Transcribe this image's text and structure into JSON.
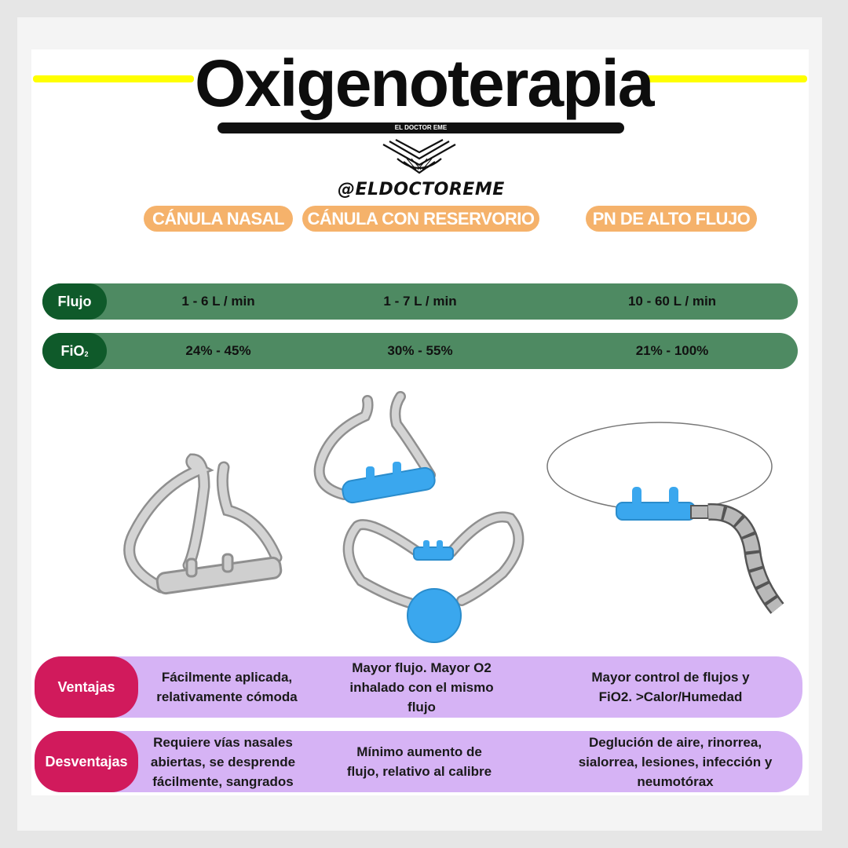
{
  "title": "Oxigenoterapia",
  "subtitle": "EL DOCTOR EME",
  "handle": "@ELDOCTOREME",
  "columns": [
    "CÁNULA NASAL",
    "CÁNULA CON RESERVORIO",
    "PN DE ALTO FLUJO"
  ],
  "rows": [
    {
      "label": "Flujo",
      "values": [
        "1 - 6 L / min",
        "1 - 7 L / min",
        "10 - 60 L / min"
      ]
    },
    {
      "label_main": "FiO",
      "label_sub": "2",
      "values": [
        "24% - 45%",
        "30% - 55%",
        "21% - 100%"
      ]
    }
  ],
  "ventajas": {
    "label": "Ventajas",
    "cells": [
      "Fácilmente aplicada, relativamente cómoda",
      "Mayor flujo. Mayor O2 inhalado con el mismo flujo",
      "Mayor control de flujos y FiO2. >Calor/Humedad"
    ]
  },
  "desventajas": {
    "label": "Desventajas",
    "cells": [
      "Requiere vías nasales abiertas, se desprende fácilmente, sangrados",
      "Mínimo aumento de flujo, relativo al calibre",
      "Deglución de aire, rinorrea, sialorrea, lesiones, infección y neumotórax"
    ]
  },
  "colors": {
    "accent_yellow": "#ffff00",
    "column_pill": "#f5b26b",
    "row_green": "#4e8a62",
    "row_tag_green": "#0f5a2a",
    "lavender": "#d6b3f5",
    "magenta": "#d11a5c",
    "device_blue": "#3aa7ee",
    "tube_gray": "#cfcfcf"
  }
}
